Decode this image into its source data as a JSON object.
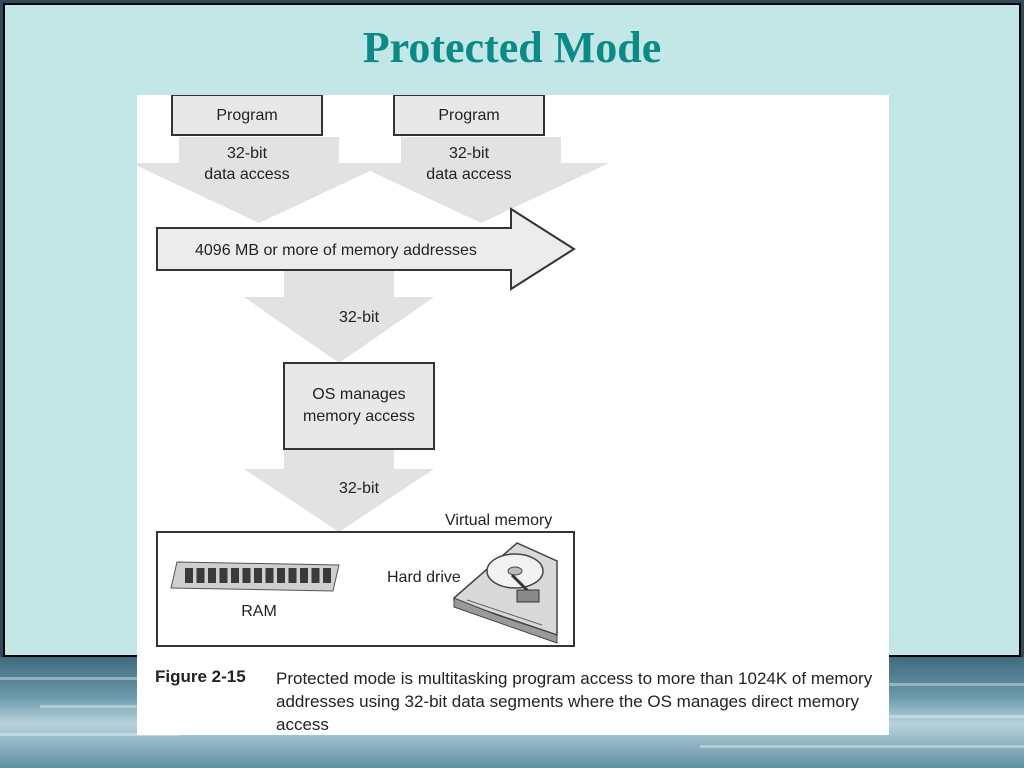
{
  "slide": {
    "title": "Protected Mode"
  },
  "diagram": {
    "program_left": "Program",
    "program_right": "Program",
    "access_left_line1": "32-bit",
    "access_left_line2": "data access",
    "access_right_line1": "32-bit",
    "access_right_line2": "data access",
    "memory_arrow": "4096 MB or more of memory addresses",
    "bit_label_1": "32-bit",
    "os_line1": "OS manages",
    "os_line2": "memory access",
    "bit_label_2": "32-bit",
    "virtual_memory": "Virtual memory",
    "ram": "RAM",
    "hard_drive": "Hard drive"
  },
  "caption": {
    "label": "Figure 2-15",
    "text": "Protected mode is multitasking program access to more than 1024K of memory addresses using 32-bit data segments where the OS manages direct memory access"
  }
}
